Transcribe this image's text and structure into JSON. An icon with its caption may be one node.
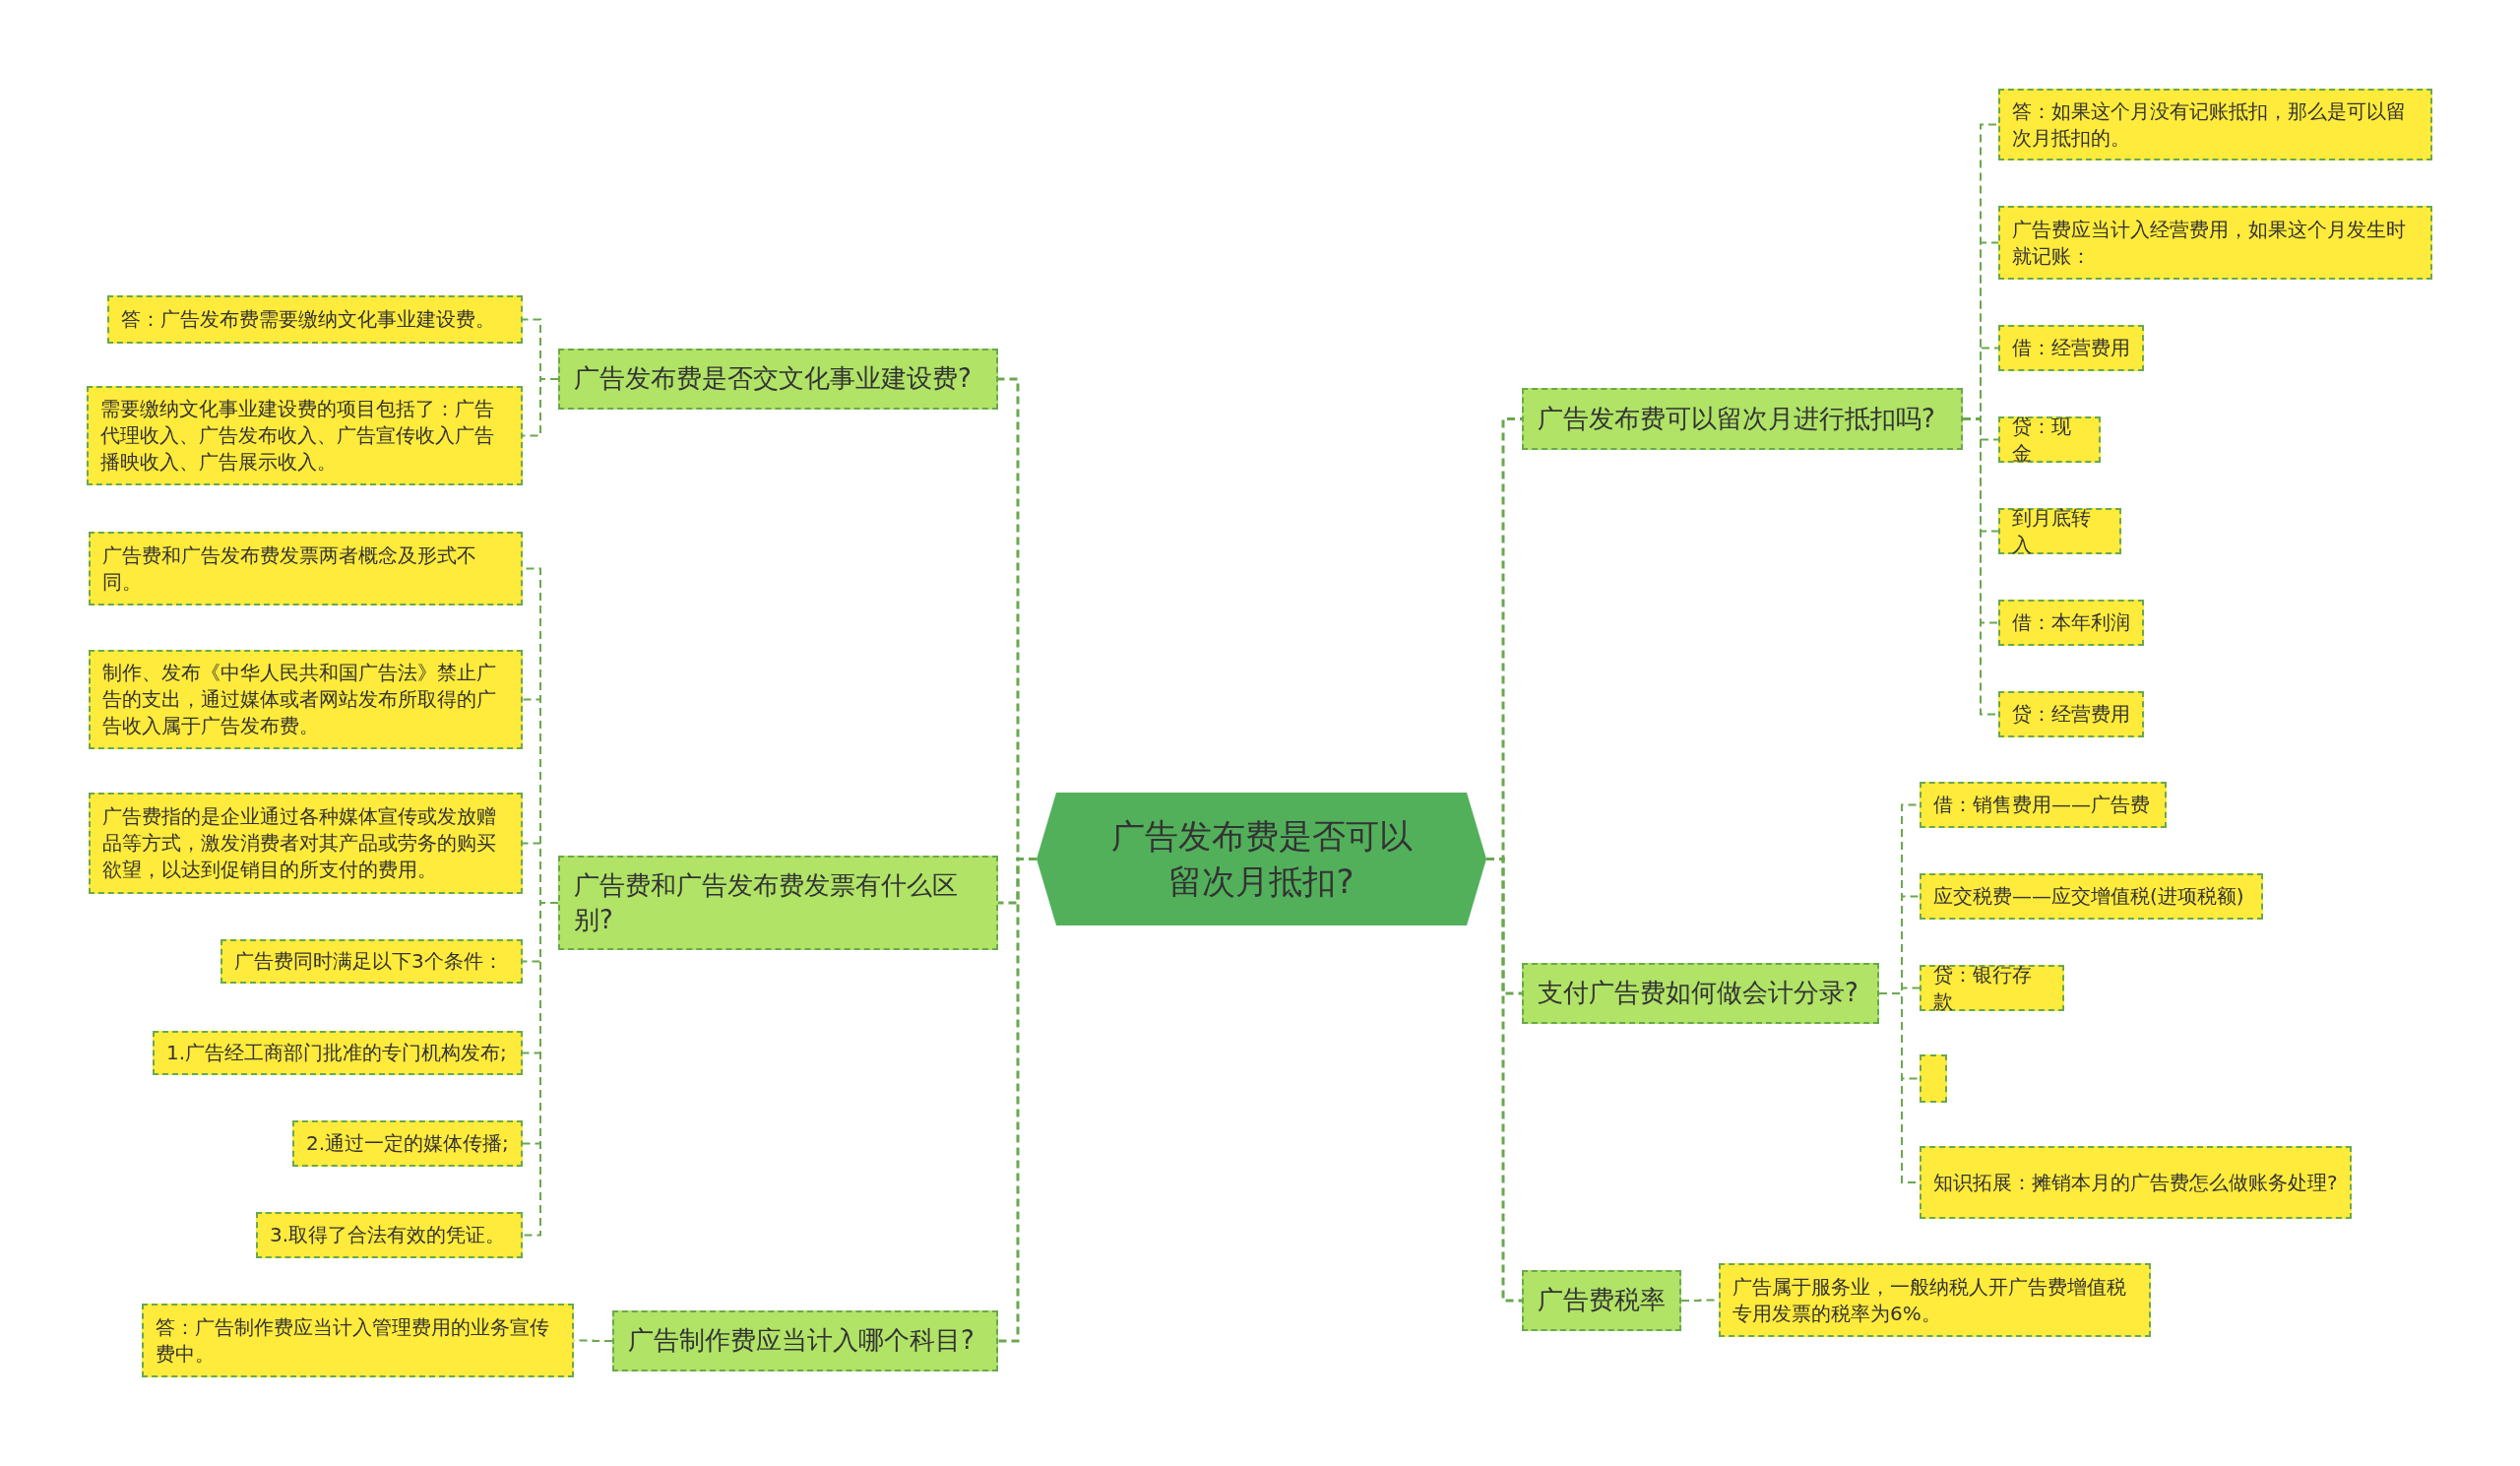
{
  "diagram": {
    "nodes": [
      {
        "text": [
          "广告发布费是否可以留次月抵扣?"
        ]
      },
      {
        "text": [
          "广告发布费是否交文化事业建设费?"
        ]
      },
      {
        "text": [
          "答：广告发布费需要缴纳文化事业建设费。"
        ]
      },
      {
        "text": [
          "需要缴纳文化事业建设费的项目包括了：广告代理收入、广告发布收入、广告宣传收入广告播映收入、广告展示收入。"
        ]
      },
      {
        "text": [
          "广告费和广告发布费发票有什么区别?"
        ]
      },
      {
        "text": [
          "广告费和广告发布费发票两者概念及形式不同。"
        ]
      },
      {
        "text": [
          "制作、发布《中华人民共和国广告法》禁止广告的支出，通过媒体或者网站发布所取得的广告收入属于广告发布费。"
        ]
      },
      {
        "text": [
          "广告费指的是企业通过各种媒体宣传或发放赠品等方式，激发消费者对其产品或劳务的购买欲望，以达到促销目的所支付的费用。"
        ]
      },
      {
        "text": [
          "广告费同时满足以下3个条件："
        ]
      },
      {
        "text": [
          "1.广告经工商部门批准的专门机构发布;"
        ]
      },
      {
        "text": [
          "2.通过一定的媒体传播;"
        ]
      },
      {
        "text": [
          "3.取得了合法有效的凭证。"
        ]
      },
      {
        "text": [
          "广告制作费应当计入哪个科目?"
        ]
      },
      {
        "text": [
          "答：广告制作费应当计入管理费用的业务宣传费中。"
        ]
      },
      {
        "text": [
          "广告发布费可以留次月进行抵扣吗?"
        ]
      },
      {
        "text": [
          "答：如果这个月没有记账抵扣，那么是可以留次月抵扣的。"
        ]
      },
      {
        "text": [
          "广告费应当计入经营费用，如果这个月发生时就记账："
        ]
      },
      {
        "text": [
          "借：经营费用"
        ]
      },
      {
        "text": [
          "贷：现金"
        ]
      },
      {
        "text": [
          "到月底转入"
        ]
      },
      {
        "text": [
          "借：本年利润"
        ]
      },
      {
        "text": [
          "贷：经营费用"
        ]
      },
      {
        "text": [
          "支付广告费如何做会计分录?"
        ]
      },
      {
        "text": [
          "借：销售费用——广告费"
        ]
      },
      {
        "text": [
          "应交税费——应交增值税(进项税额)"
        ]
      },
      {
        "text": [
          "贷：银行存款"
        ]
      },
      {
        "text": [],
        "shape": "box"
      },
      {
        "text": [
          "知识拓展：摊销本月的广告费怎么做账务处理?"
        ]
      },
      {
        "text": [
          "广告费税率"
        ]
      },
      {
        "text": [
          "广告属于服务业，一般纳税人开广告费增值税专用发票的税率为6%。"
        ]
      }
    ],
    "edges": [
      {
        "from": 0,
        "to": 1,
        "arrow": "none"
      },
      {
        "from": 1,
        "to": 2,
        "arrow": "none"
      },
      {
        "from": 1,
        "to": 3,
        "arrow": "none"
      },
      {
        "from": 0,
        "to": 4,
        "arrow": "none"
      },
      {
        "from": 4,
        "to": 5,
        "arrow": "none"
      },
      {
        "from": 4,
        "to": 6,
        "arrow": "none"
      },
      {
        "from": 4,
        "to": 7,
        "arrow": "none"
      },
      {
        "from": 4,
        "to": 8,
        "arrow": "none"
      },
      {
        "from": 4,
        "to": 9,
        "arrow": "none"
      },
      {
        "from": 4,
        "to": 10,
        "arrow": "none"
      },
      {
        "from": 4,
        "to": 11,
        "arrow": "none"
      },
      {
        "from": 0,
        "to": 12,
        "arrow": "none"
      },
      {
        "from": 12,
        "to": 13,
        "arrow": "none"
      },
      {
        "from": 0,
        "to": 14,
        "arrow": "none"
      },
      {
        "from": 14,
        "to": 15,
        "arrow": "none"
      },
      {
        "from": 14,
        "to": 16,
        "arrow": "none"
      },
      {
        "from": 14,
        "to": 17,
        "arrow": "none"
      },
      {
        "from": 14,
        "to": 18,
        "arrow": "none"
      },
      {
        "from": 14,
        "to": 19,
        "arrow": "none"
      },
      {
        "from": 14,
        "to": 20,
        "arrow": "none"
      },
      {
        "from": 14,
        "to": 21,
        "arrow": "none"
      },
      {
        "from": 0,
        "to": 22,
        "arrow": "none"
      },
      {
        "from": 22,
        "to": 23,
        "arrow": "none"
      },
      {
        "from": 22,
        "to": 24,
        "arrow": "none"
      },
      {
        "from": 22,
        "to": 25,
        "arrow": "none"
      },
      {
        "from": 22,
        "to": 26,
        "arrow": "none"
      },
      {
        "from": 22,
        "to": 27,
        "arrow": "none"
      },
      {
        "from": 0,
        "to": 28,
        "arrow": "none"
      },
      {
        "from": 28,
        "to": 29,
        "arrow": "none"
      }
    ]
  }
}
